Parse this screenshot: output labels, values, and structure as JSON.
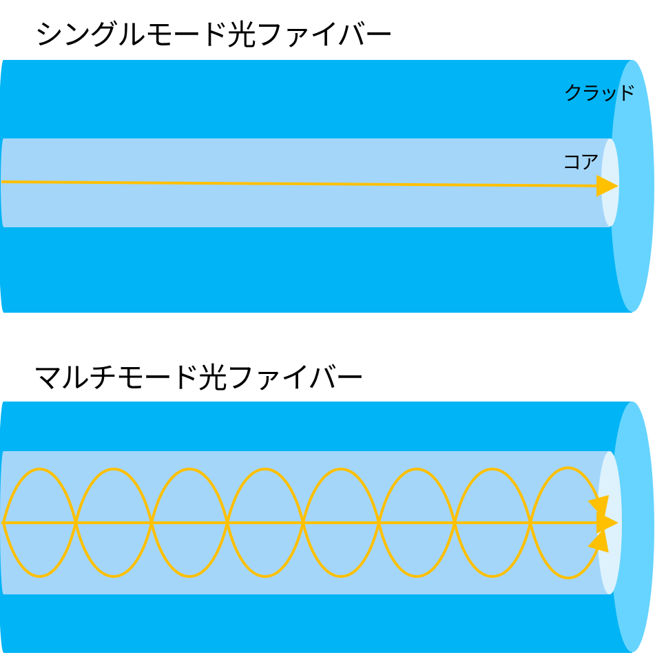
{
  "single_mode": {
    "title": "シングルモード光ファイバー",
    "cladding_label": "クラッド",
    "core_label": "コア"
  },
  "multi_mode": {
    "title": "マルチモード光ファイバー"
  },
  "colors": {
    "cladding": "#00B4F5",
    "cladding_end": "#66D4FF",
    "core": "#A4D6FA",
    "core_end": "#DDF2FC",
    "light_ray": "#FFC000",
    "background": "#FFFFFF"
  }
}
